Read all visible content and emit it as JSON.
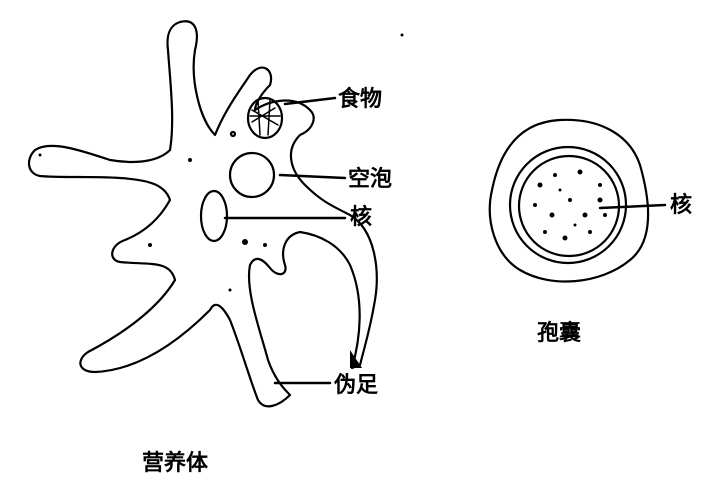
{
  "trophozoite": {
    "caption": "营养体",
    "labels": {
      "food": "食物",
      "vacuole": "空泡",
      "nucleus": "核",
      "pseudopod": "伪足"
    }
  },
  "cyst": {
    "caption": "孢囊",
    "labels": {
      "nucleus": "核"
    }
  }
}
